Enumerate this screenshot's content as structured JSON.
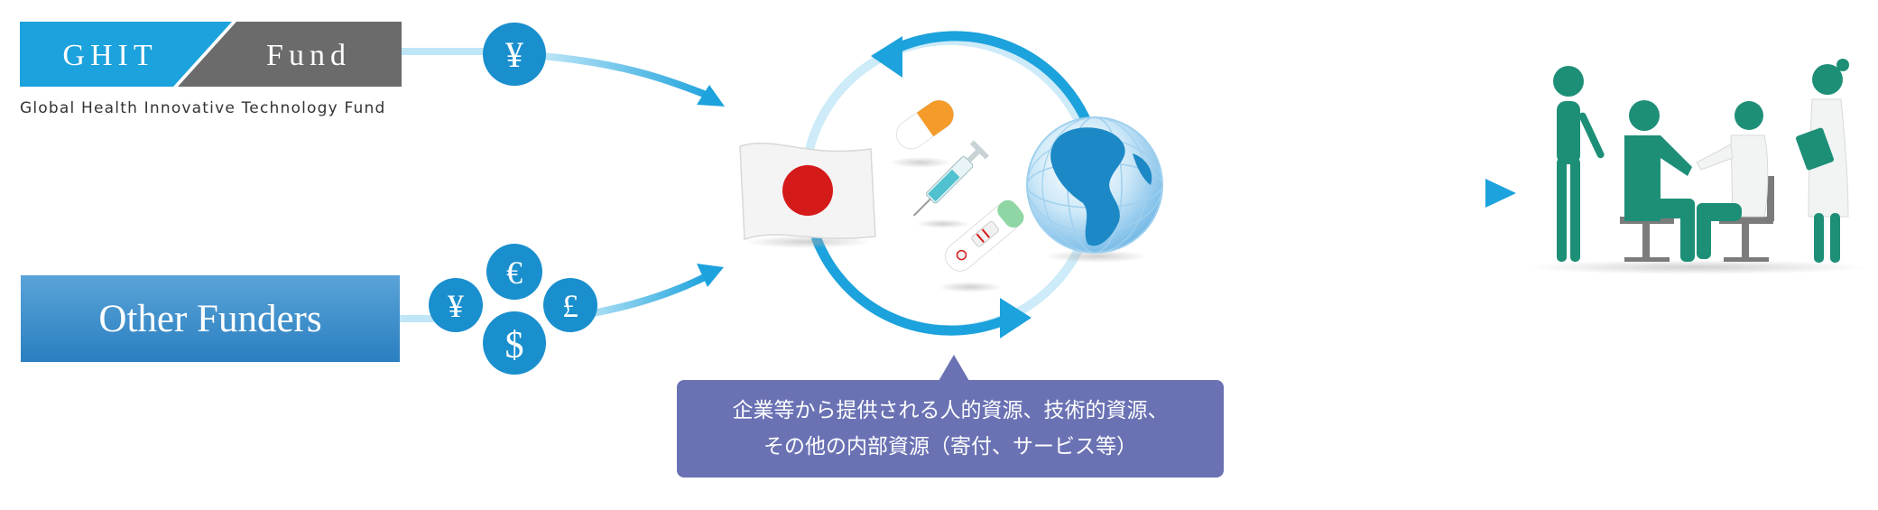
{
  "ghit": {
    "left_word": "GHIT",
    "right_word": "Fund",
    "tagline": "Global Health Innovative Technology Fund",
    "coin_symbol": "¥"
  },
  "other_funders": {
    "label": "Other Funders",
    "coins": [
      "€",
      "¥",
      "£",
      "$"
    ]
  },
  "callout": {
    "line1": "企業等から提供される人的資源、技術的資源、",
    "line2": "その他の内部資源（寄付、サービス等）"
  },
  "colors": {
    "primary_blue": "#1ca2dc",
    "coin_blue": "#1a8fce",
    "ghit_gray": "#6b6b6b",
    "japan_red": "#d51a1a",
    "people_teal": "#1e8f77",
    "callout_purple": "#6a72b4"
  },
  "icons": [
    "japan-flag-icon",
    "capsule-icon",
    "syringe-icon",
    "test-kit-icon",
    "globe-icon",
    "patients-icon"
  ]
}
